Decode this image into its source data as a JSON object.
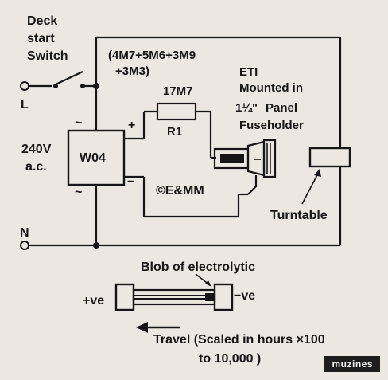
{
  "labels": {
    "deck_switch": [
      "Deck",
      "start",
      "Switch"
    ],
    "live": "L",
    "neutral": "N",
    "tilde_top": "~",
    "tilde_bottom": "~",
    "supply": [
      "240V",
      "a.c."
    ],
    "bridge": "W04",
    "plus": "+",
    "minus": "−",
    "resistor_combo": [
      "(4M7+5M6+3M9",
      "+3M3)"
    ],
    "resistor_value": "17M7",
    "resistor_ref": "R1",
    "eti_note": [
      "ETI",
      "Mounted in",
      "Panel",
      "Fuseholder"
    ],
    "eti_size": "1¼\"",
    "copyright": "©E&MM",
    "turntable": "Turntable",
    "blob": "Blob of electrolytic",
    "pos_ve": "+ve",
    "neg_ve": "−ve",
    "travel": [
      "Travel (Scaled in hours ×100",
      "to 10,000 )"
    ]
  },
  "watermark": "muzines",
  "colors": {
    "background": "#ebe8e2",
    "ink": "#161616",
    "watermark_bg": "#1e1e1e",
    "watermark_fg": "#f4f4f4"
  }
}
